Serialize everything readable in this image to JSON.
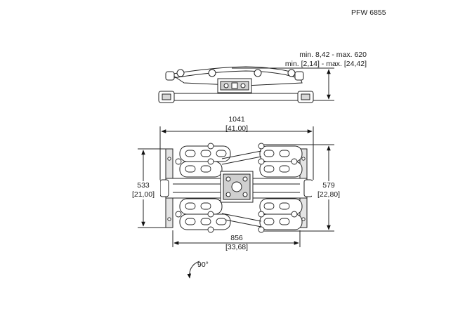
{
  "model": "PFW 6855",
  "depth": {
    "mm": "min. 8,42 - max. 620",
    "inch": "min. [2,14] - max. [24,42]"
  },
  "overall_width": {
    "mm": "1041",
    "inch": "[41,00]"
  },
  "rail_width": {
    "mm": "856",
    "inch": "[33,68]"
  },
  "left_height": {
    "mm": "533",
    "inch": "[21,00]"
  },
  "right_height": {
    "mm": "579",
    "inch": "[22,80]"
  },
  "rotation": "90°"
}
